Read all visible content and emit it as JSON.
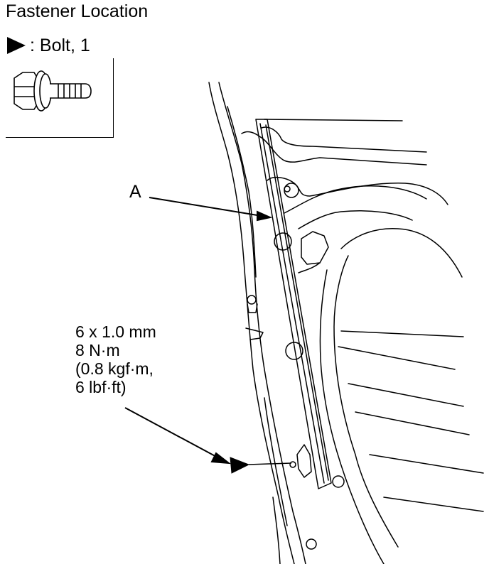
{
  "header": {
    "title": "Fastener Location"
  },
  "legend": {
    "text": ": Bolt, 1"
  },
  "callouts": {
    "a_label": "A"
  },
  "torque_spec": {
    "size": "6 x 1.0 mm",
    "torque_nm": "8 N·m",
    "torque_kgfm": "(0.8 kgf·m,",
    "torque_lbfft": "6 lbf·ft)"
  }
}
